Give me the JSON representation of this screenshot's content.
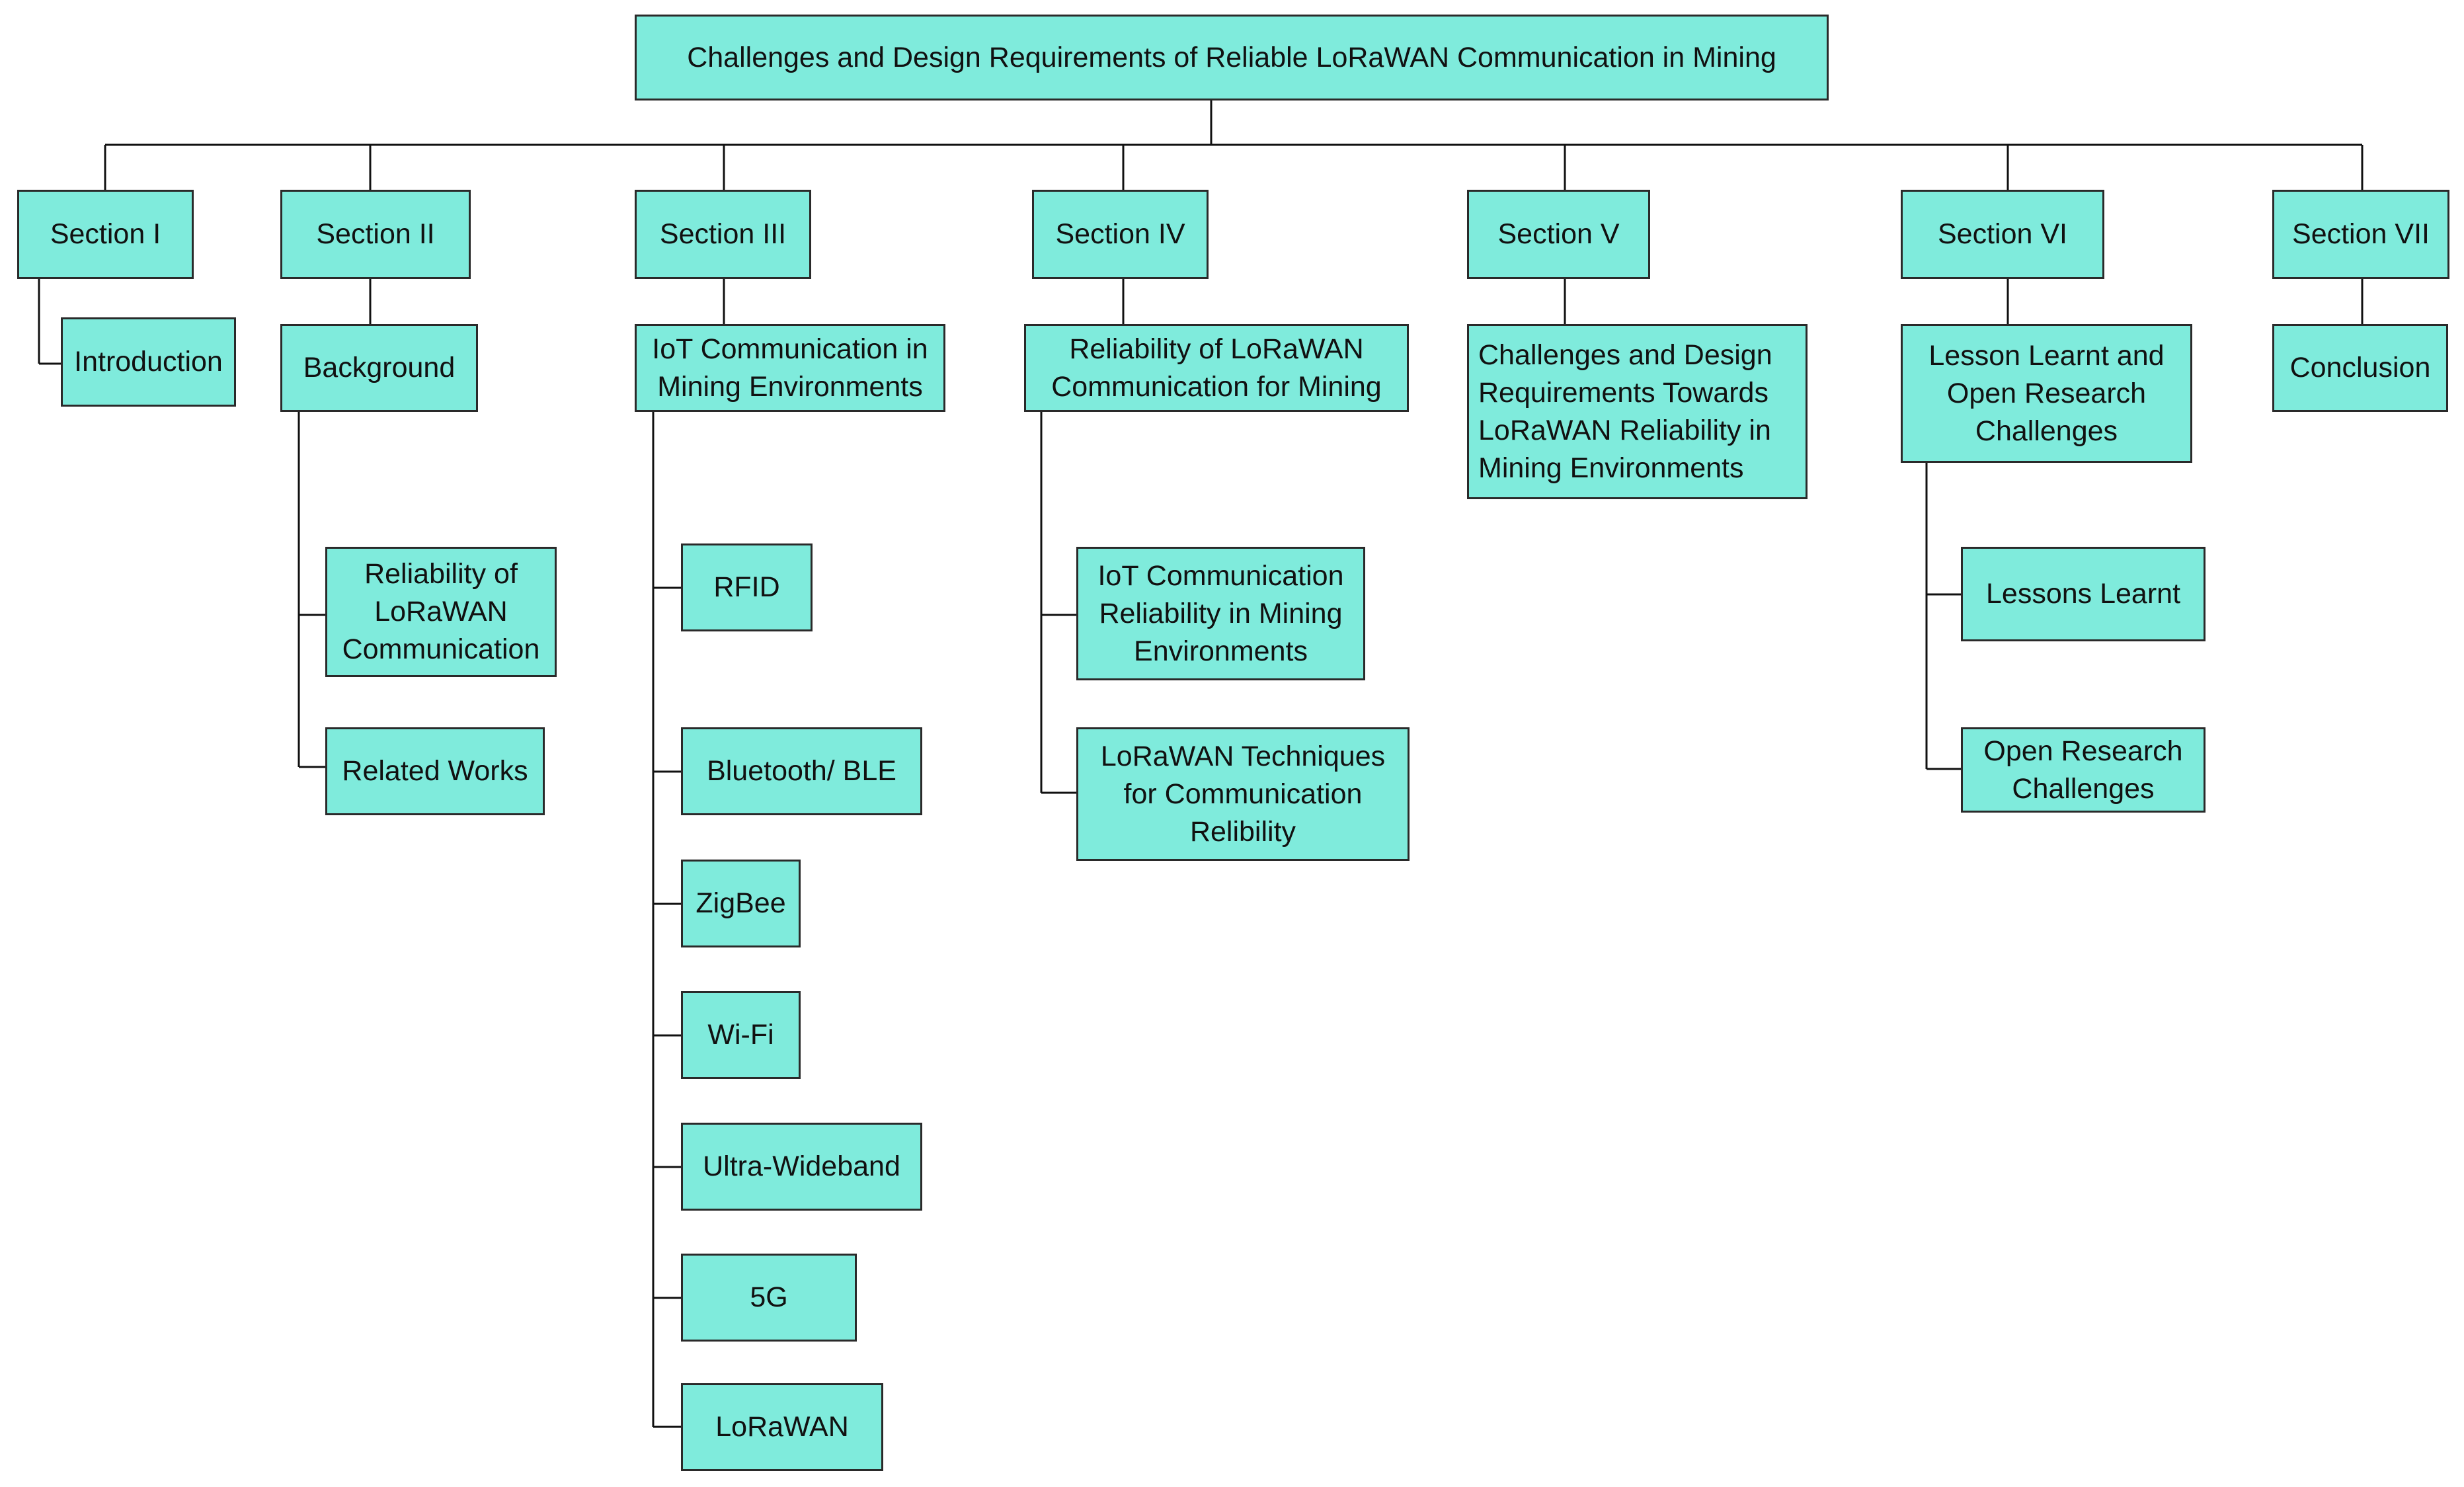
{
  "colors": {
    "box_fill": "#7FEBDC",
    "box_border": "#2a2a2a",
    "connector": "#111111"
  },
  "root": {
    "label": "Challenges and Design Requirements of Reliable LoRaWAN Communication in Mining"
  },
  "sections": [
    {
      "label": "Section I",
      "title": "Introduction",
      "children": []
    },
    {
      "label": "Section II",
      "title": "Background",
      "children": [
        "Reliability of\nLoRaWAN\nCommunication",
        "Related Works"
      ]
    },
    {
      "label": "Section III",
      "title": "IoT Communication in\nMining Environments",
      "children": [
        "RFID",
        "Bluetooth/ BLE",
        "ZigBee",
        "Wi-Fi",
        "Ultra-Wideband",
        "5G",
        "LoRaWAN"
      ]
    },
    {
      "label": "Section IV",
      "title": "Reliability of LoRaWAN\nCommunication for Mining",
      "children": [
        "IoT Communication\nReliability in Mining\nEnvironments",
        "LoRaWAN Techniques\nfor Communication\nRelibility"
      ]
    },
    {
      "label": "Section V",
      "title": "Challenges and Design\nRequirements Towards\nLoRaWAN Reliability in\nMining Environments",
      "children": []
    },
    {
      "label": "Section VI",
      "title": "Lesson Learnt and\nOpen Research\nChallenges",
      "children": [
        "Lessons Learnt",
        "Open Research\nChallenges"
      ]
    },
    {
      "label": "Section VII",
      "title": "Conclusion",
      "children": []
    }
  ]
}
